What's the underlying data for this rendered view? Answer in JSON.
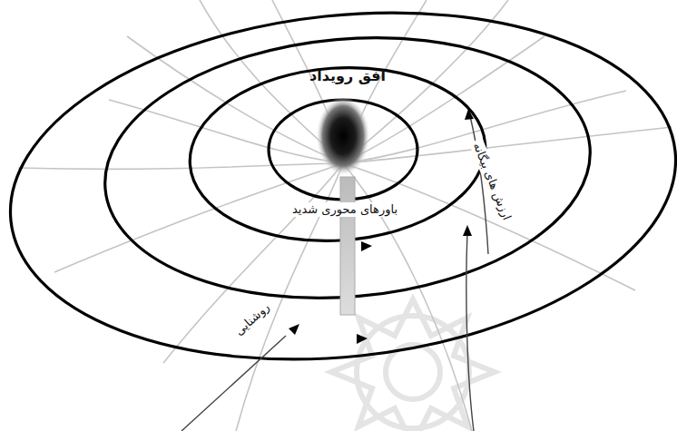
{
  "diagram": {
    "labels": [
      "افق رویداد",
      "باورهای محوری شدید",
      "ارزش های بیگانه",
      "روشنایی"
    ]
  }
}
